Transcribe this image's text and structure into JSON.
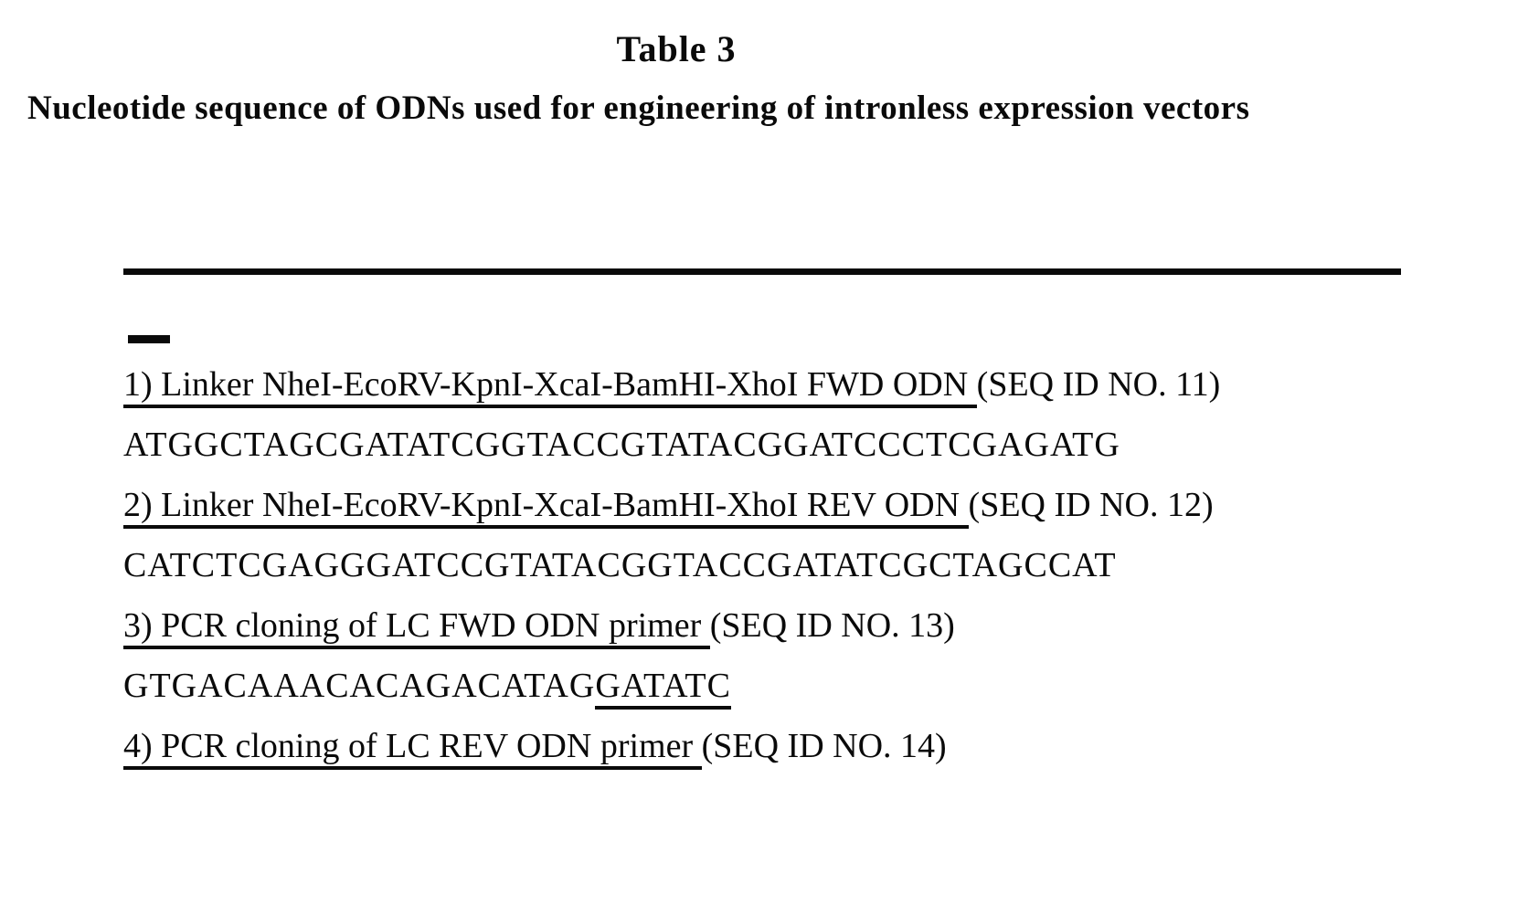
{
  "document": {
    "title": "Table 3",
    "subtitle": "Nucleotide sequence of ODNs used for engineering of intronless expression vectors",
    "entries": [
      {
        "label": "1) Linker NheI-EcoRV-KpnI-XcaI-BamHI-XhoI FWD ODN ",
        "seq_ref": "(SEQ ID NO. 11)",
        "sequence": "ATGGCTAGCGATATCGGTACCGTATACGGATCCCTCGAGATG",
        "sequence_underlined": ""
      },
      {
        "label": "2) Linker NheI-EcoRV-KpnI-XcaI-BamHI-XhoI REV ODN ",
        "seq_ref": "(SEQ ID NO. 12)",
        "sequence": "CATCTCGAGGGATCCGTATACGGTACCGATATCGCTAGCCAT",
        "sequence_underlined": ""
      },
      {
        "label": "3) PCR cloning of LC FWD ODN primer ",
        "seq_ref": "(SEQ ID NO. 13)",
        "sequence": "GTGACAAACACAGACATAG",
        "sequence_underlined": "GATATC"
      },
      {
        "label": "4) PCR cloning of LC REV ODN primer ",
        "seq_ref": "(SEQ ID NO. 14)",
        "sequence": "",
        "sequence_underlined": ""
      }
    ],
    "colors": {
      "ink": "#0a0a0a",
      "paper": "#ffffff"
    }
  }
}
